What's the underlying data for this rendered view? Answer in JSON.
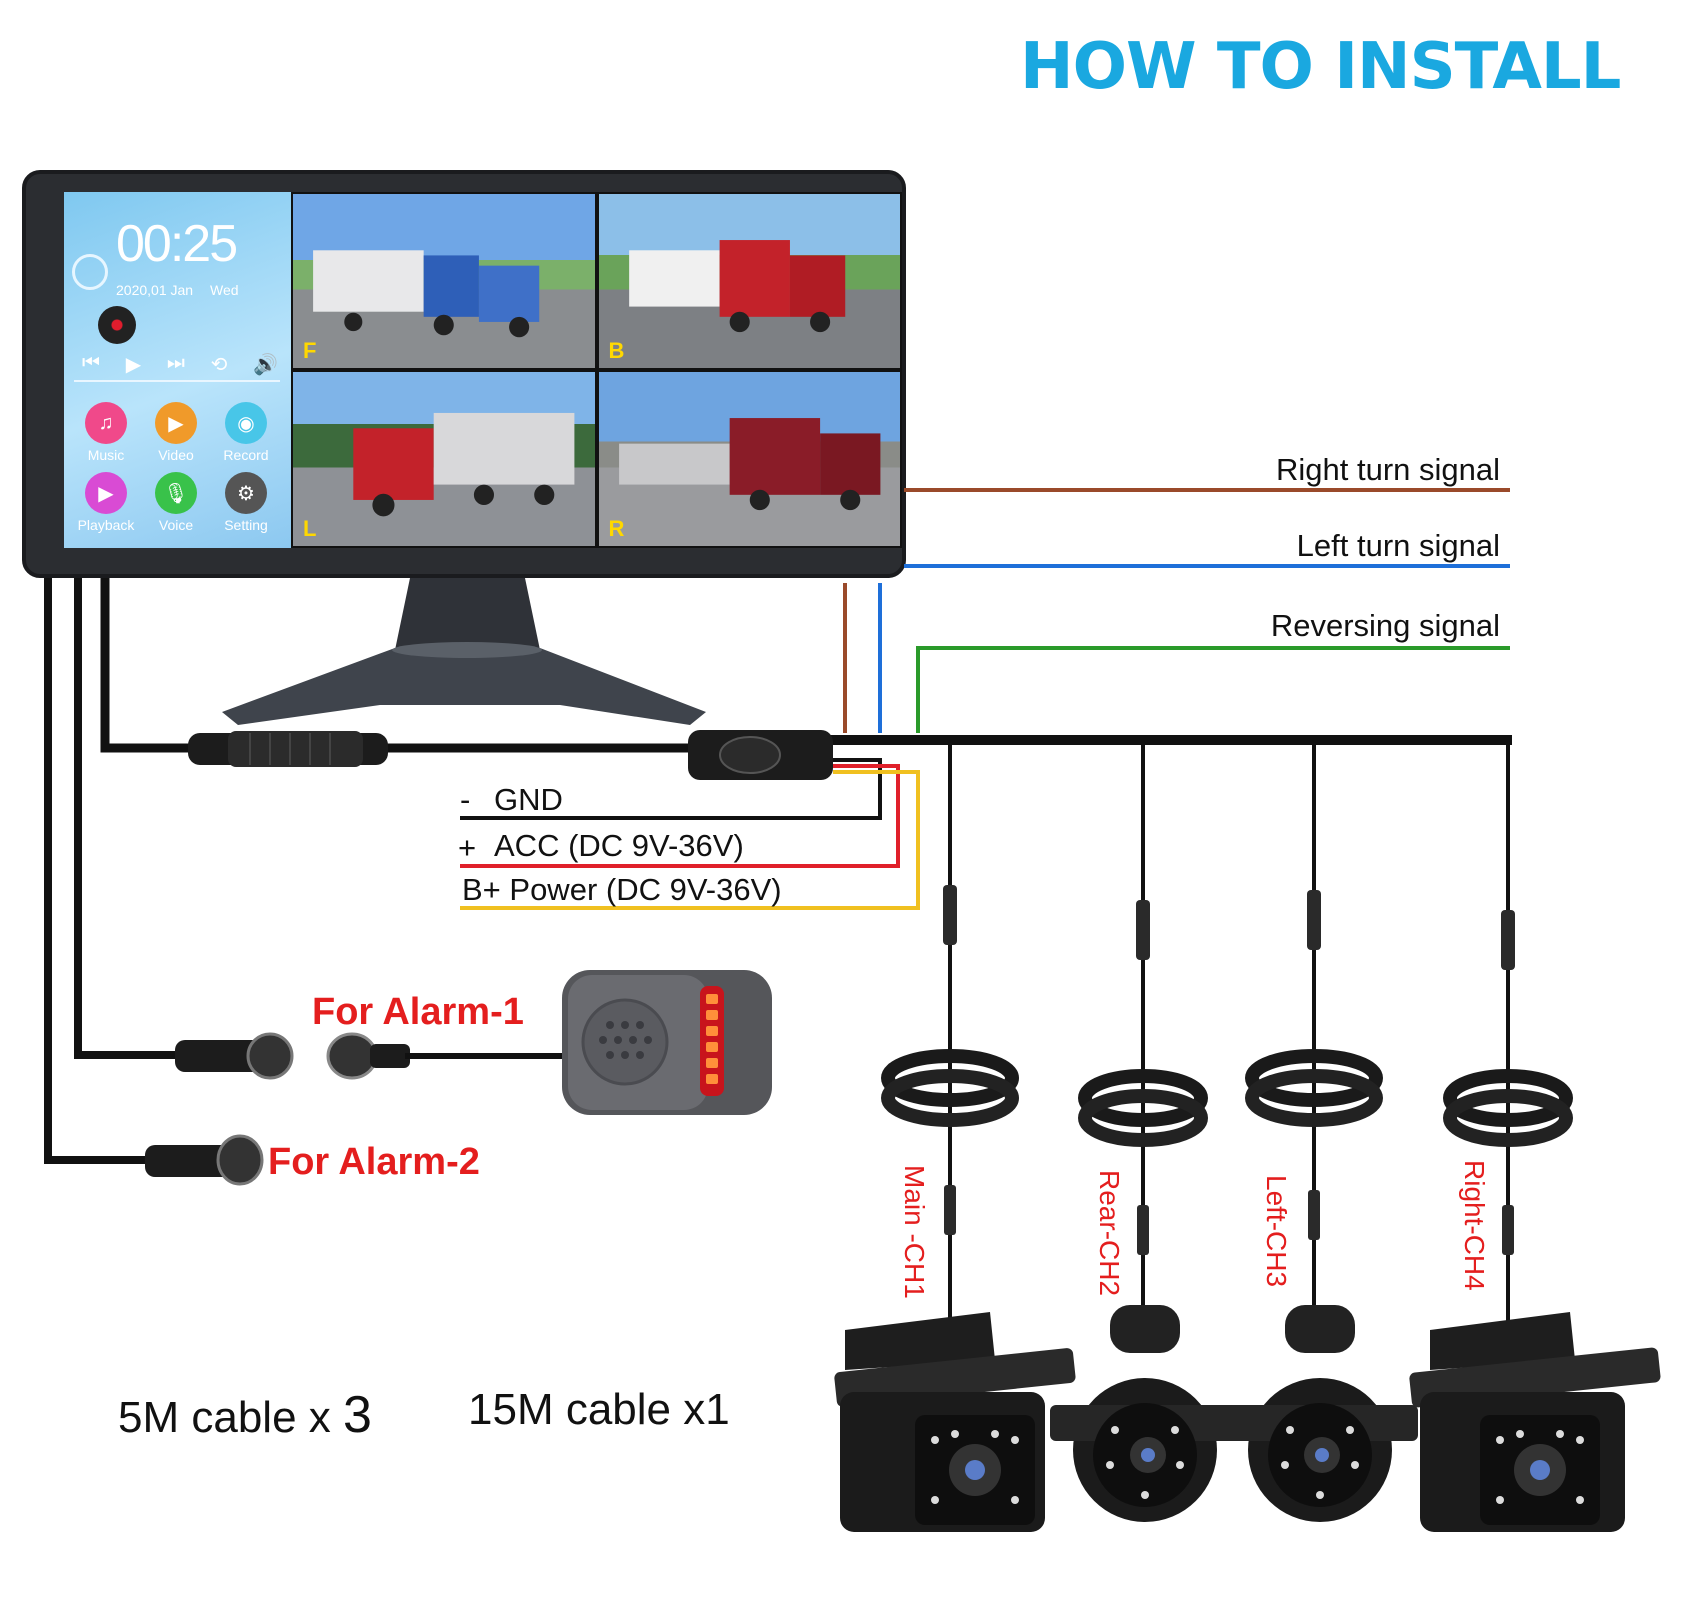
{
  "title": "HOW TO INSTALL",
  "monitor": {
    "clock": "00:25",
    "date": "2020,01 Jan",
    "day": "Wed",
    "apps": [
      {
        "label": "Music",
        "icon": "music-icon",
        "color": "#f0498a"
      },
      {
        "label": "Video",
        "icon": "play-icon",
        "color": "#f09a2a"
      },
      {
        "label": "Record",
        "icon": "record-icon",
        "color": "#48c6e8"
      },
      {
        "label": "Playback",
        "icon": "playback-icon",
        "color": "#d94bd4"
      },
      {
        "label": "Voice",
        "icon": "microphone-icon",
        "color": "#39c24a"
      },
      {
        "label": "Setting",
        "icon": "gear-icon",
        "color": "#555555"
      }
    ],
    "views": [
      "F",
      "B",
      "L",
      "R"
    ]
  },
  "wires": {
    "right_turn": "Right turn signal",
    "left_turn": "Left turn signal",
    "reversing": "Reversing signal",
    "gnd_sign": "-",
    "gnd": "GND",
    "acc_sign": "+",
    "acc": "ACC (DC 9V-36V)",
    "bplus": "B+ Power (DC 9V-36V)"
  },
  "wire_colors": {
    "right_turn": "#9a4a2a",
    "left_turn": "#1e6fd9",
    "reversing": "#2a9a2a",
    "gnd": "#111111",
    "acc": "#e0202a",
    "bplus": "#f0c020"
  },
  "alarms": {
    "alarm1": "For Alarm-1",
    "alarm2": "For Alarm-2"
  },
  "cameras": [
    "Main -CH1",
    "Rear-CH2",
    "Left-CH3",
    "Right-CH4"
  ],
  "cables": {
    "five_m": "5M cable x",
    "five_m_count": "3",
    "fifteen_m": "15M cable x1"
  }
}
